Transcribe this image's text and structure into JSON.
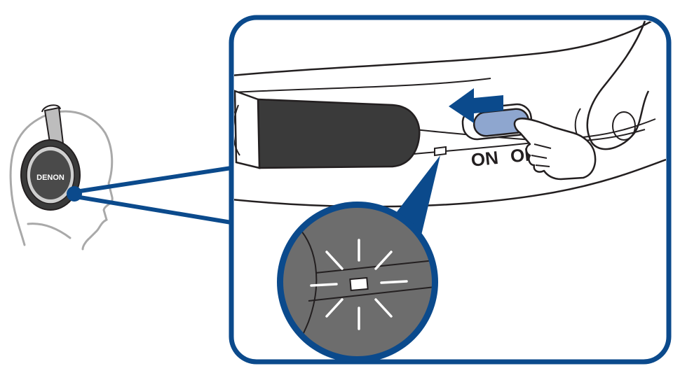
{
  "figure": {
    "brand_text": "DENON",
    "switch_on_label": "ON",
    "switch_off_label": "OFF",
    "colors": {
      "callout_blue": "#0b4a8c",
      "switch_fill": "#8ea6cf",
      "led_panel": "#6d6d6d",
      "cup_dark": "#3a3a3a",
      "cup_silver": "#cfcfcf",
      "outline": "#231f20",
      "head_outline": "#a9a9a9"
    },
    "icons": [
      "head-outline",
      "headphone",
      "power-switch",
      "slide-arrow",
      "finger-hand",
      "blinking-led"
    ]
  }
}
